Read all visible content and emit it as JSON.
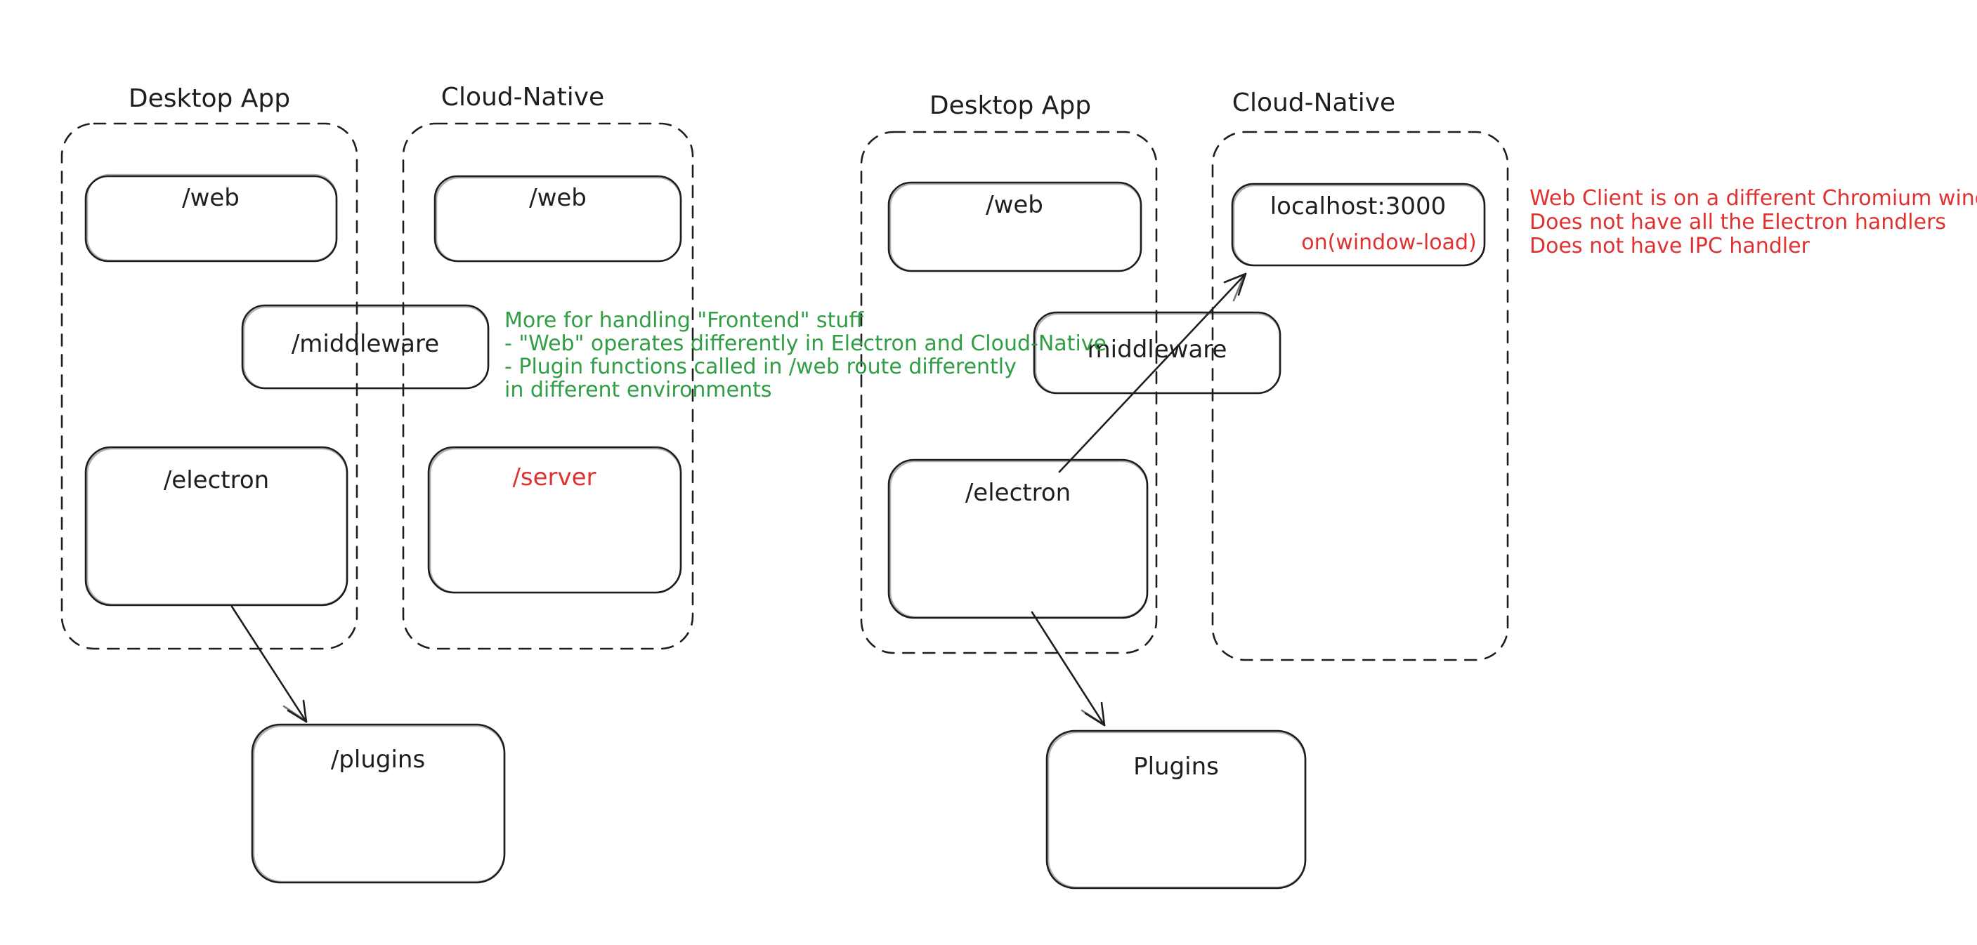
{
  "diagram": {
    "left_group": {
      "desktop_container_label": "Desktop App",
      "cloud_container_label": "Cloud-Native",
      "web_box_label": "/web",
      "web_box_cloud_label": "/web",
      "middleware_box_label": "/middleware",
      "electron_box_label": "/electron",
      "server_box_label": "/server",
      "plugins_box_label": "/plugins"
    },
    "right_group": {
      "desktop_container_label": "Desktop App",
      "cloud_container_label": "Cloud-Native",
      "web_box_label": "/web",
      "localhost_box_label": "localhost:3000",
      "localhost_event_label": "on(window-load)",
      "middleware_box_label": "middleware",
      "electron_box_label": "/electron",
      "plugins_box_label": "Plugins"
    },
    "notes": {
      "green_note": {
        "line1": "More for handling \"Frontend\" stuff",
        "line2": "- \"Web\" operates differently in Electron and Cloud-Native",
        "line3": "- Plugin functions called in /web route differently",
        "line4": "in different environments"
      },
      "red_note": {
        "line1": "Web Client is on a different Chromium window",
        "line2": "Does not have all the Electron handlers",
        "line3": "Does not have IPC handler"
      }
    },
    "arrows": [
      {
        "from": "/electron (left Desktop App)",
        "to": "/plugins"
      },
      {
        "from": "/electron (right Desktop App)",
        "to": "localhost:3000"
      },
      {
        "from": "/electron (right Desktop App)",
        "to": "Plugins"
      }
    ],
    "colors": {
      "stroke": "#1e1e1e",
      "green": "#2f9e44",
      "red": "#e03131",
      "background": "#ffffff"
    }
  }
}
